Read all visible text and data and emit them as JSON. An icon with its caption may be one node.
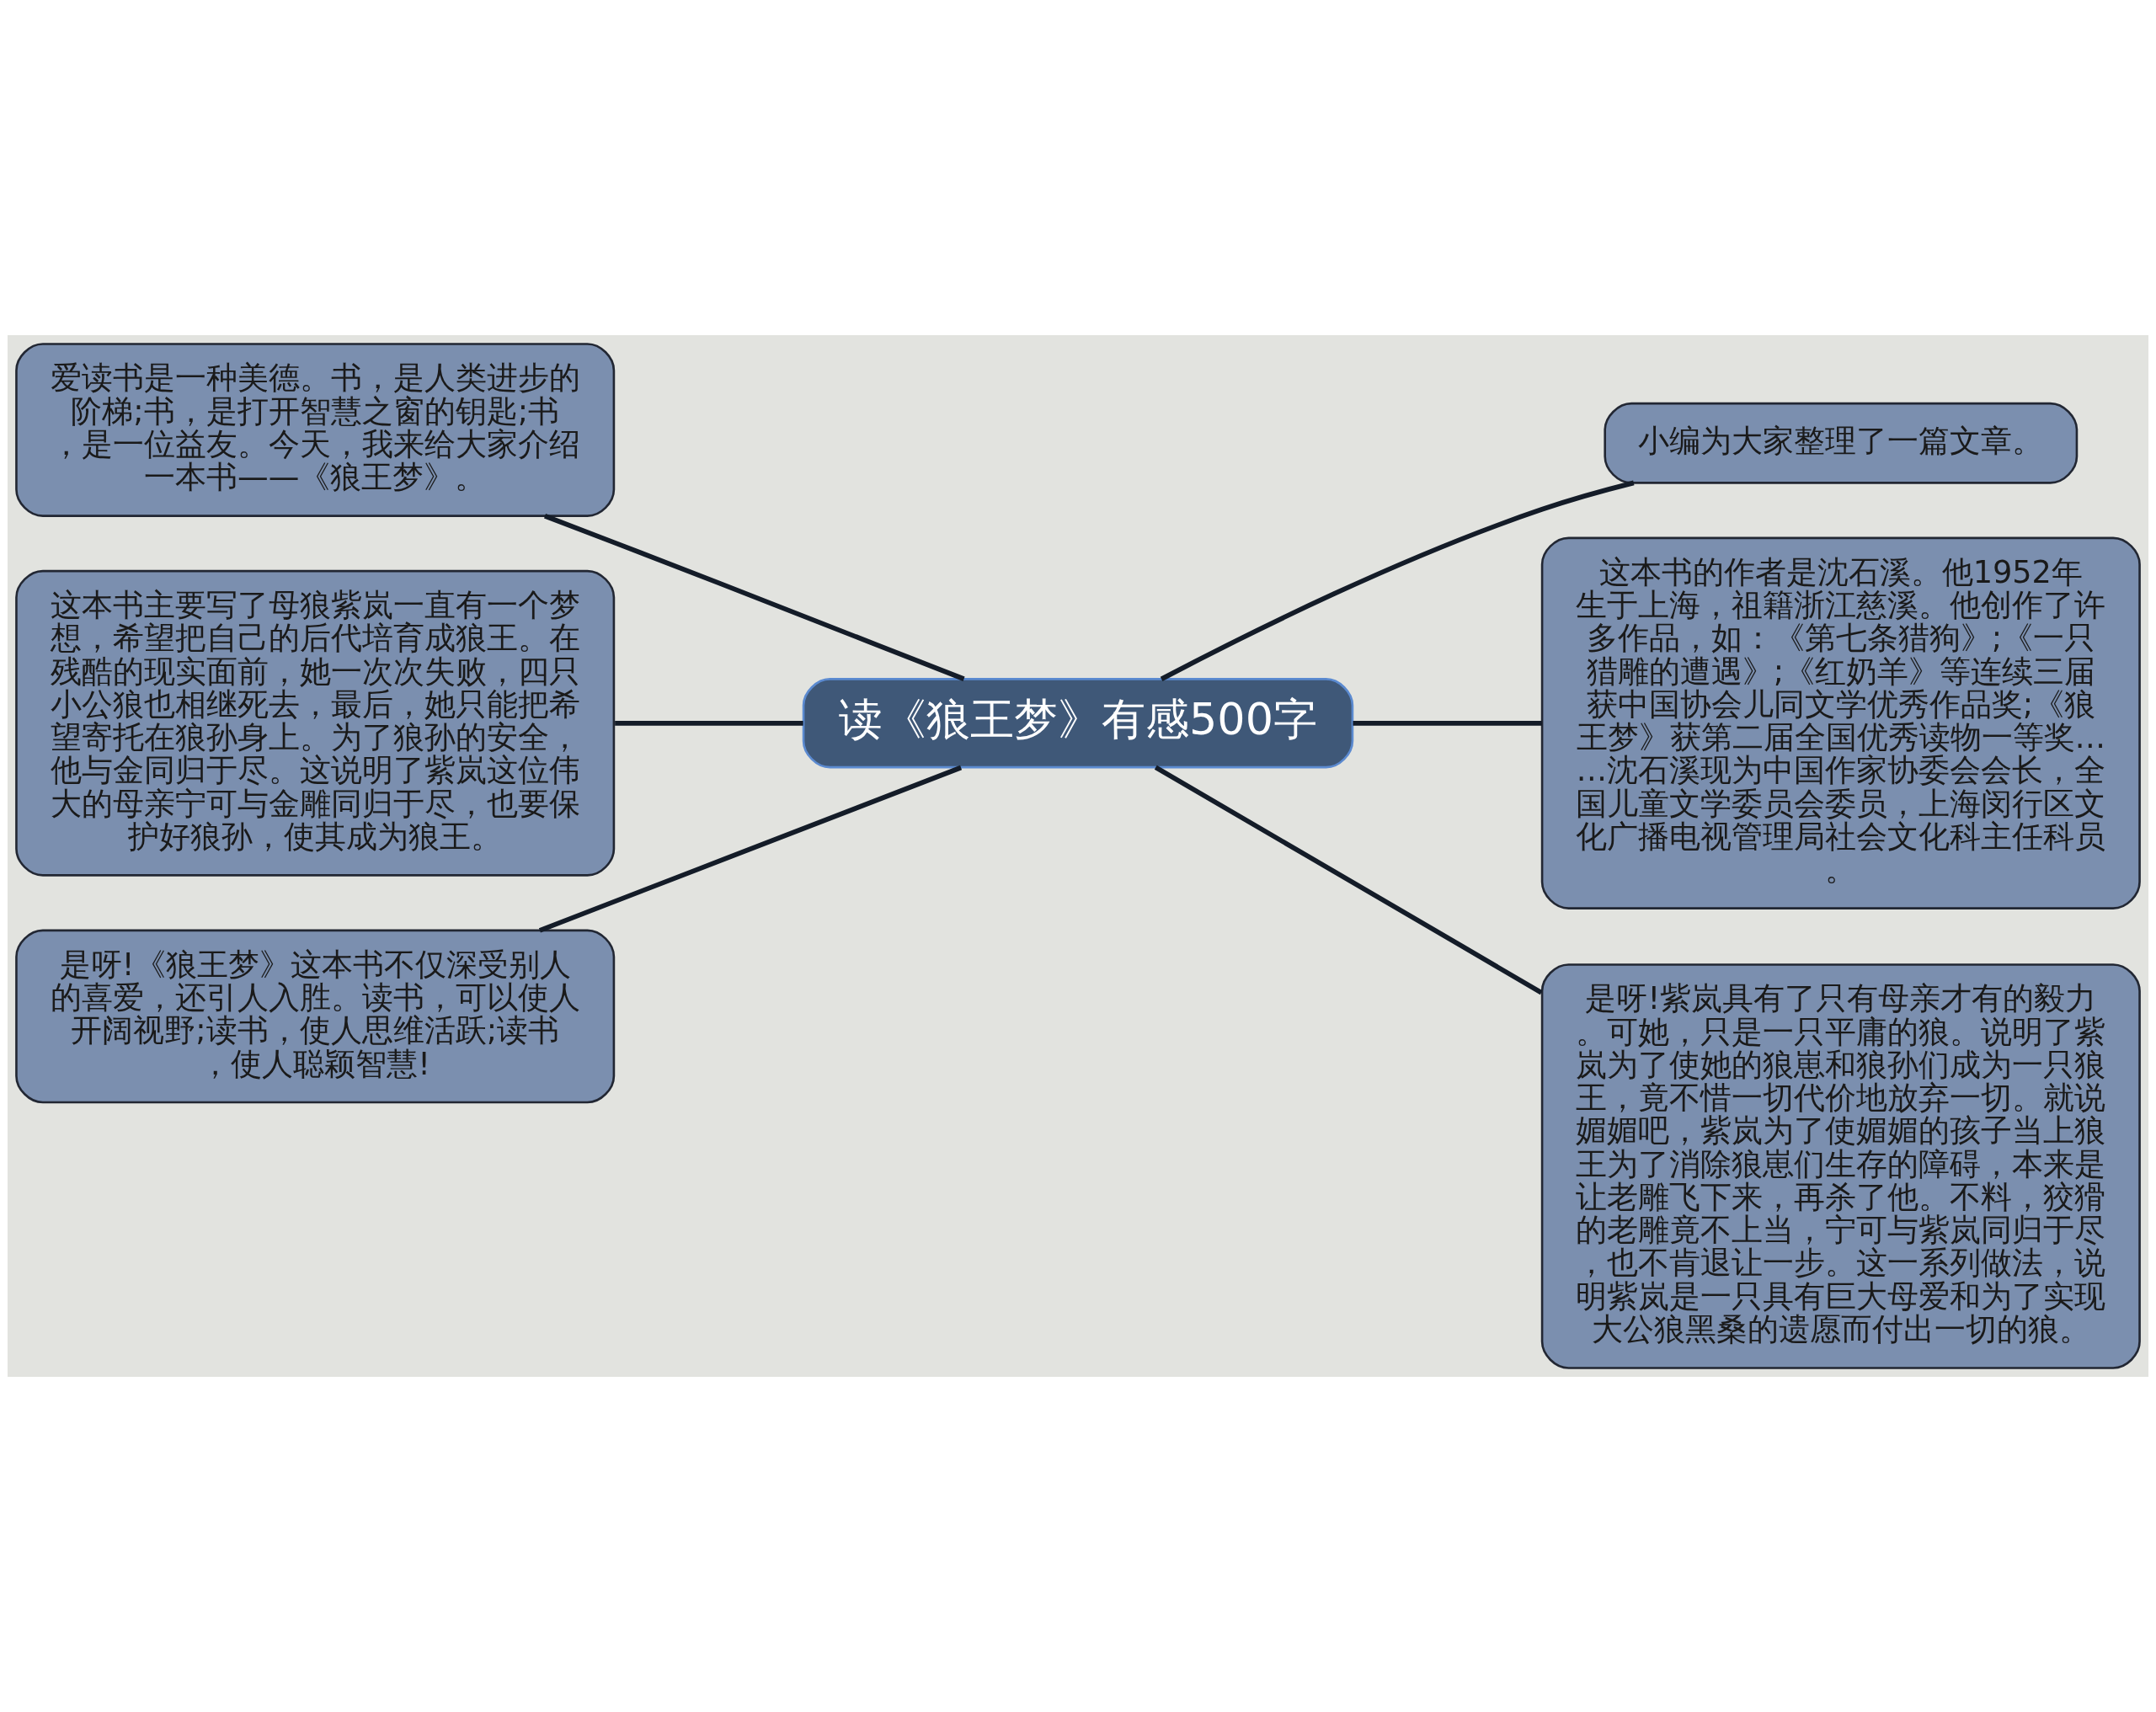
{
  "diagram": {
    "nodes": [
      {
        "text": [
          "读《狼王梦》有感500字"
        ]
      },
      {
        "text": [
          "爱读书是一种美德。书，是人类进步的阶梯;书，是打开智慧之窗的钥匙;书，是一位益友。今天，我来给大家介绍一本书——《狼王梦》。"
        ]
      },
      {
        "text": [
          "这本书主要写了母狼紫岚一直有一个梦想，希望把自己的后代培育成狼王。在残酷的现实面前，她一次次失败，四只小公狼也相继死去，最后，她只能把希望寄托在狼孙身上。为了狼孙的安全，他与金同归于尽。这说明了紫岚这位伟大的母亲宁可与金雕同归于尽，也要保护好狼孙，使其成为狼王。"
        ]
      },
      {
        "text": [
          "是呀!《狼王梦》这本书不仅深受别人的喜爱，还引人入胜。读书，可以使人开阔视野;读书，使人思维活跃;读书，使人聪颖智慧!"
        ]
      },
      {
        "text": [
          "小编为大家整理了一篇文章。"
        ]
      },
      {
        "text": [
          "这本书的作者是沈石溪。他1952年生于上海，祖籍浙江慈溪。他创作了许多作品，如：《第七条猎狗》;《一只猎雕的遭遇》;《红奶羊》等连续三届获中国协会儿同文学优秀作品奖;《狼王梦》获第二届全国优秀读物一等奖……沈石溪现为中国作家协委会会长，全国儿童文学委员会委员，上海闵行区文化广播电视管理局社会文化科主任科员。"
        ]
      },
      {
        "text": [
          "是呀!紫岚具有了只有母亲才有的毅力。可她，只是一只平庸的狼。说明了紫岚为了使她的狼崽和狼孙们成为一只狼王，竟不惜一切代价地放弃一切。就说媚媚吧，紫岚为了使媚媚的孩子当上狼王为了消除狼崽们生存的障碍，本来是让老雕飞下来，再杀了他。不料，狡猾的老雕竟不上当，宁可与紫岚同归于尽，也不肯退让一步。这一系列做法，说明紫岚是一只具有巨大母爱和为了实现大公狼黑桑的遗愿而付出一切的狼。"
        ]
      }
    ],
    "edges": [
      {
        "from": 0,
        "to": 1,
        "arrow": "none"
      },
      {
        "from": 0,
        "to": 2,
        "arrow": "none"
      },
      {
        "from": 0,
        "to": 3,
        "arrow": "none"
      },
      {
        "from": 0,
        "to": 4,
        "arrow": "none"
      },
      {
        "from": 0,
        "to": 5,
        "arrow": "none"
      },
      {
        "from": 0,
        "to": 6,
        "arrow": "none"
      }
    ]
  }
}
